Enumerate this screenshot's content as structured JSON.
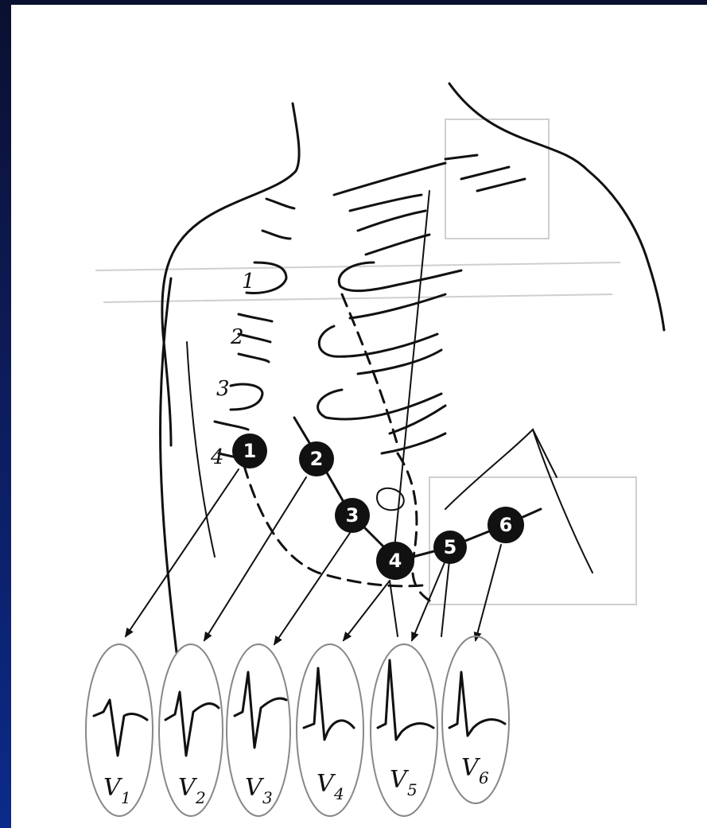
{
  "figure": {
    "rib_labels": [
      "1",
      "2",
      "3",
      "4"
    ],
    "electrode_labels": [
      "1",
      "2",
      "3",
      "4",
      "5",
      "6"
    ],
    "lead_labels": [
      {
        "main": "V",
        "sub": "1"
      },
      {
        "main": "V",
        "sub": "2"
      },
      {
        "main": "V",
        "sub": "3"
      },
      {
        "main": "V",
        "sub": "4"
      },
      {
        "main": "V",
        "sub": "5"
      },
      {
        "main": "V",
        "sub": "6"
      }
    ]
  }
}
